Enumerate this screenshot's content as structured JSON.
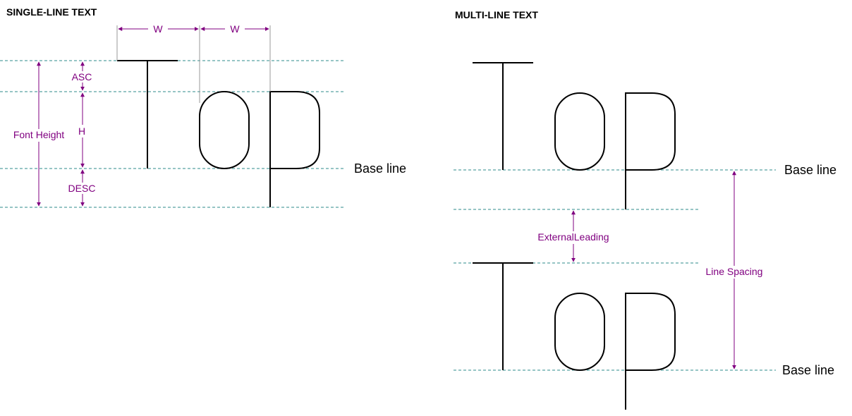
{
  "diagram": {
    "single_line": {
      "heading": "SINGLE-LINE TEXT",
      "width_label_1": "W",
      "width_label_2": "W",
      "ascent_label": "ASC",
      "height_label": "H",
      "descent_label": "DESC",
      "font_height_label": "Font Height",
      "baseline_label": "Base line"
    },
    "multi_line": {
      "heading": "MULTI-LINE TEXT",
      "external_leading_label": "ExternalLeading",
      "line_spacing_label": "Line Spacing",
      "baseline_label_1": "Base line",
      "baseline_label_2": "Base line"
    },
    "colors": {
      "guide": "#2e8b8b",
      "dimension": "#800080",
      "glyph": "#000000"
    }
  }
}
